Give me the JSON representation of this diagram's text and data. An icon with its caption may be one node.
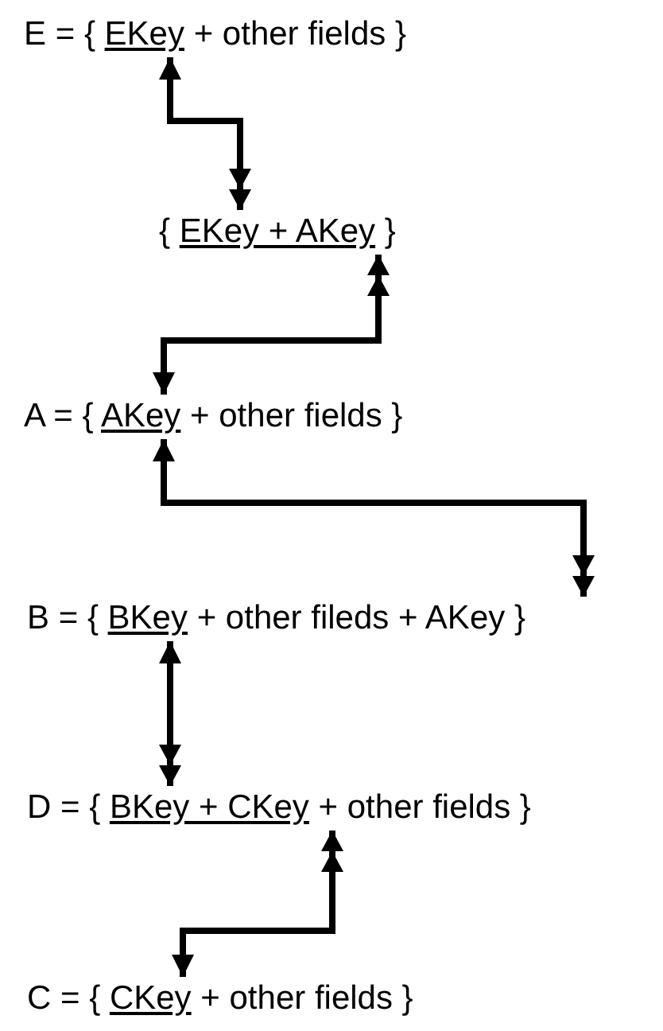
{
  "diagram": {
    "nodes": [
      {
        "text": [
          "E = { EKey + other fields }"
        ]
      },
      {
        "text": [
          "{ EKey + AKey }"
        ]
      },
      {
        "text": [
          "A = { AKey + other fields }"
        ]
      },
      {
        "text": [
          "B = { BKey + other fileds + AKey }"
        ]
      },
      {
        "text": [
          "D = { BKey + CKey + other fields }"
        ]
      },
      {
        "text": [
          "C = { CKey + other fields }"
        ]
      }
    ],
    "edges": [
      {
        "from": 0,
        "to": 1,
        "arrow": "both"
      },
      {
        "from": 2,
        "to": 1,
        "arrow": "both"
      },
      {
        "from": 2,
        "to": 3,
        "arrow": "both"
      },
      {
        "from": 3,
        "to": 4,
        "arrow": "both"
      },
      {
        "from": 5,
        "to": 4,
        "arrow": "both"
      }
    ]
  }
}
